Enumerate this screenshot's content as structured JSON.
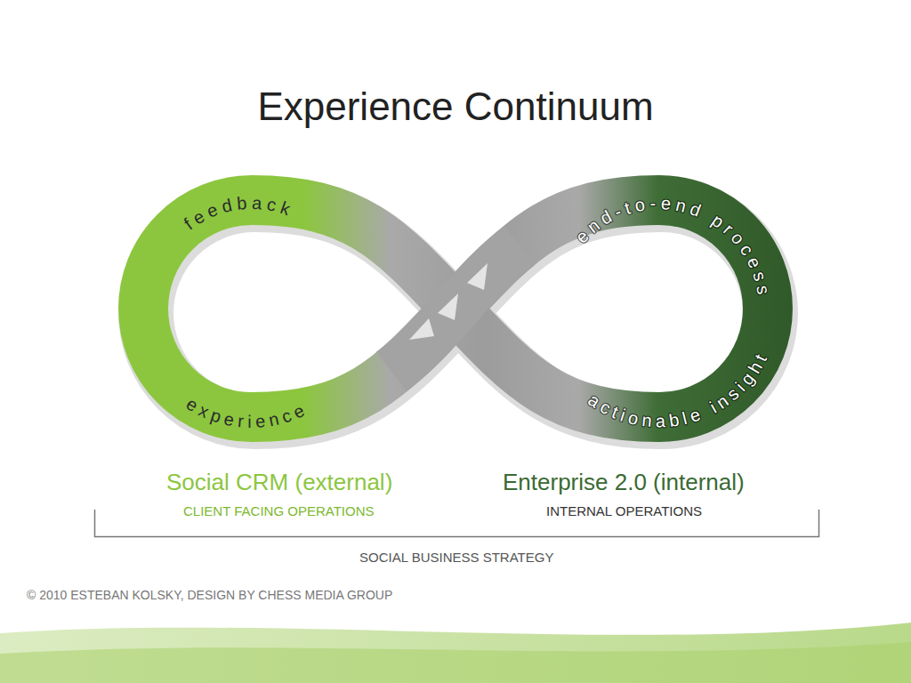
{
  "diagram": {
    "title": "Experience Continuum",
    "labels": [
      "feedback",
      "end-to-end process",
      "experience",
      "actionable insight",
      "Social CRM (external)",
      "CLIENT FACING OPERATIONS",
      "Enterprise 2.0 (internal)",
      "INTERNAL OPERATIONS",
      "SOCIAL BUSINESS STRATEGY",
      "© 2010 ESTEBAN KOLSKY, DESIGN BY CHESS MEDIA GROUP"
    ]
  }
}
